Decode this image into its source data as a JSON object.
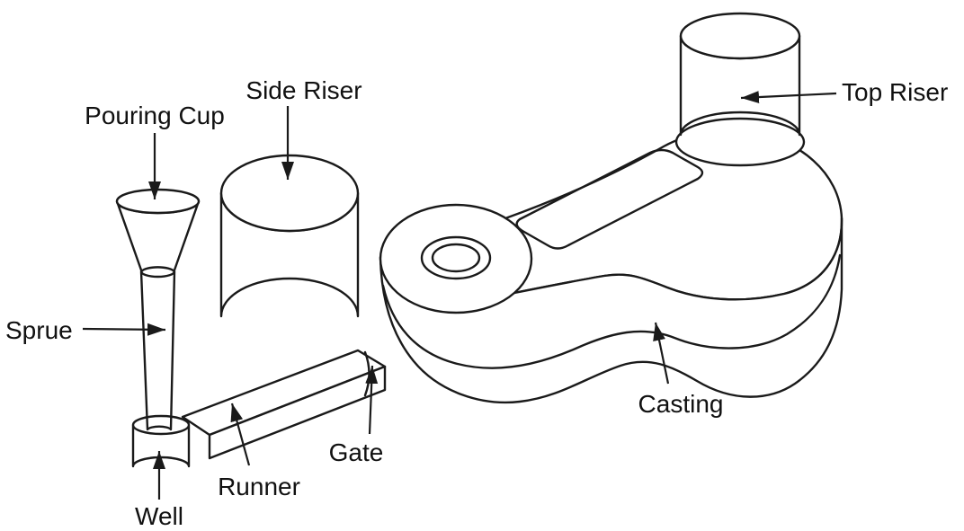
{
  "diagram": {
    "labels": {
      "pouring_cup": "Pouring Cup",
      "side_riser": "Side Riser",
      "top_riser": "Top Riser",
      "sprue": "Sprue",
      "well": "Well",
      "runner": "Runner",
      "gate": "Gate",
      "casting": "Casting"
    },
    "colors": {
      "line": "#1a1a1a",
      "background": "#ffffff"
    }
  }
}
